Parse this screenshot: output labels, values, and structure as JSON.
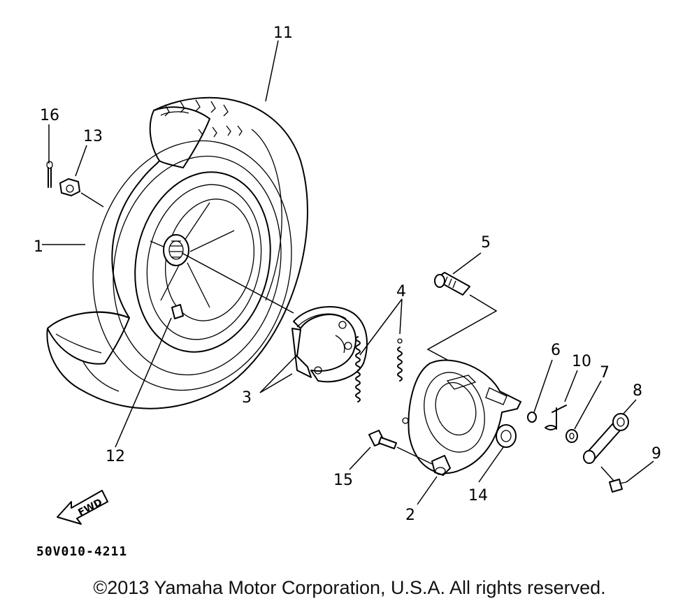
{
  "labels": {
    "p1": "1",
    "p2": "2",
    "p3": "3",
    "p4": "4",
    "p5": "5",
    "p6": "6",
    "p7": "7",
    "p8": "8",
    "p9": "9",
    "p10": "10",
    "p11": "11",
    "p12": "12",
    "p13": "13",
    "p14": "14",
    "p15": "15",
    "p16": "16"
  },
  "fwd_text": "FWD",
  "diagram_code": "50V010-4211",
  "copyright": "©2013 Yamaha Motor Corporation, U.S.A. All rights reserved."
}
